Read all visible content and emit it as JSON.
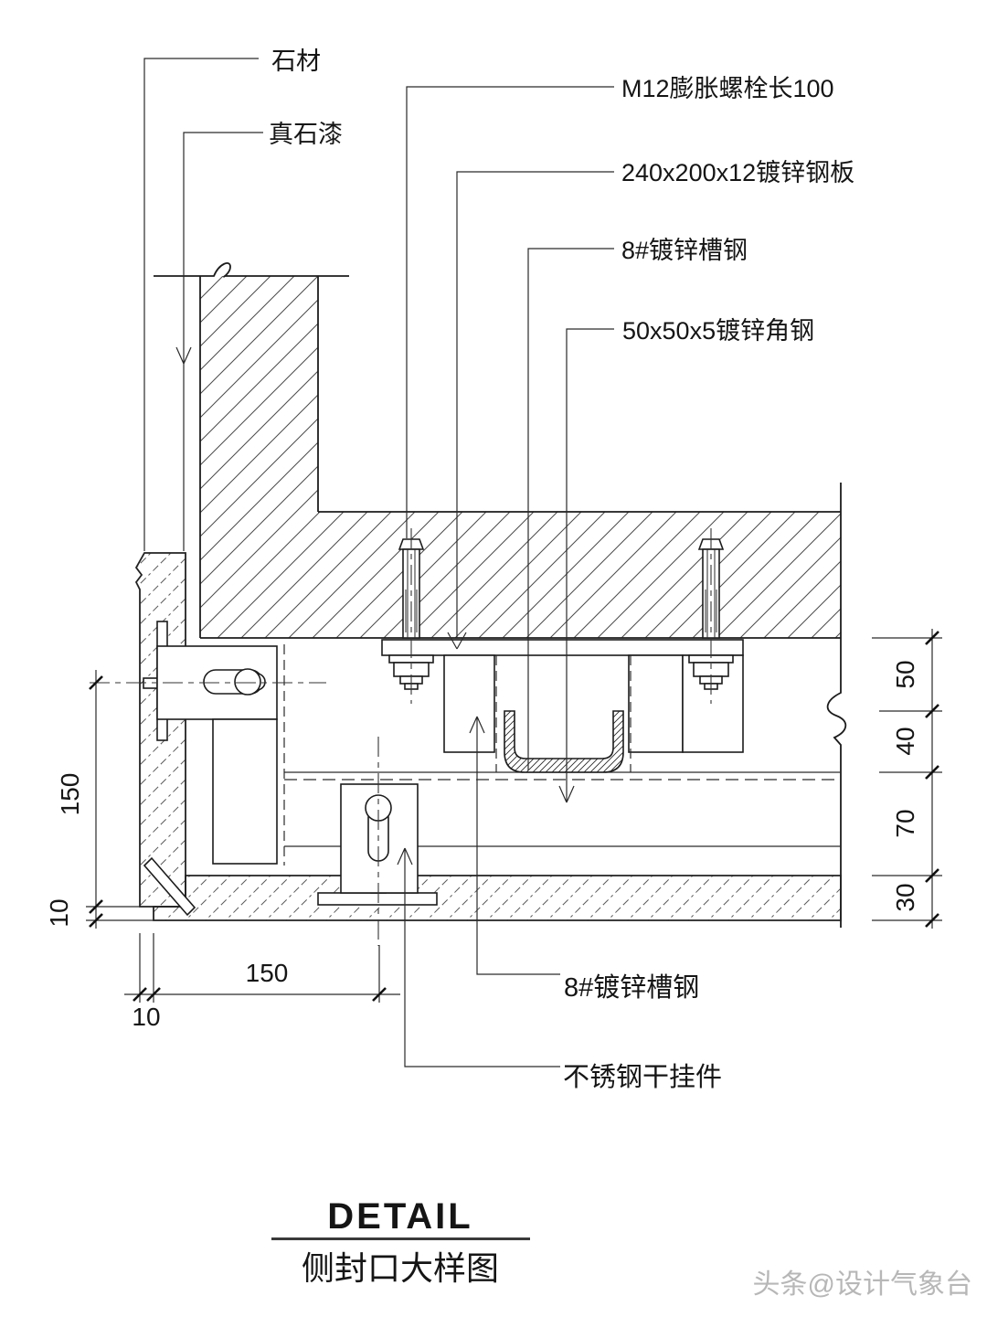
{
  "drawing": {
    "labels": {
      "stone": "石材",
      "stone_paint": "真石漆",
      "expansion_bolt": "M12膨胀螺栓长100",
      "steel_plate": "240x200x12镀锌钢板",
      "channel_steel_top": "8#镀锌槽钢",
      "angle_steel": "50x50x5镀锌角钢",
      "channel_steel_bottom": "8#镀锌槽钢",
      "stainless_clip": "不锈钢干挂件"
    },
    "dimensions": {
      "left_vertical": [
        "150",
        "10"
      ],
      "right_vertical": [
        "50",
        "40",
        "70",
        "30"
      ],
      "bottom_horizontal": [
        "150",
        "10"
      ]
    },
    "title": {
      "en": "DETAIL",
      "zh": "侧封口大样图"
    },
    "watermark": "头条@设计气象台"
  }
}
